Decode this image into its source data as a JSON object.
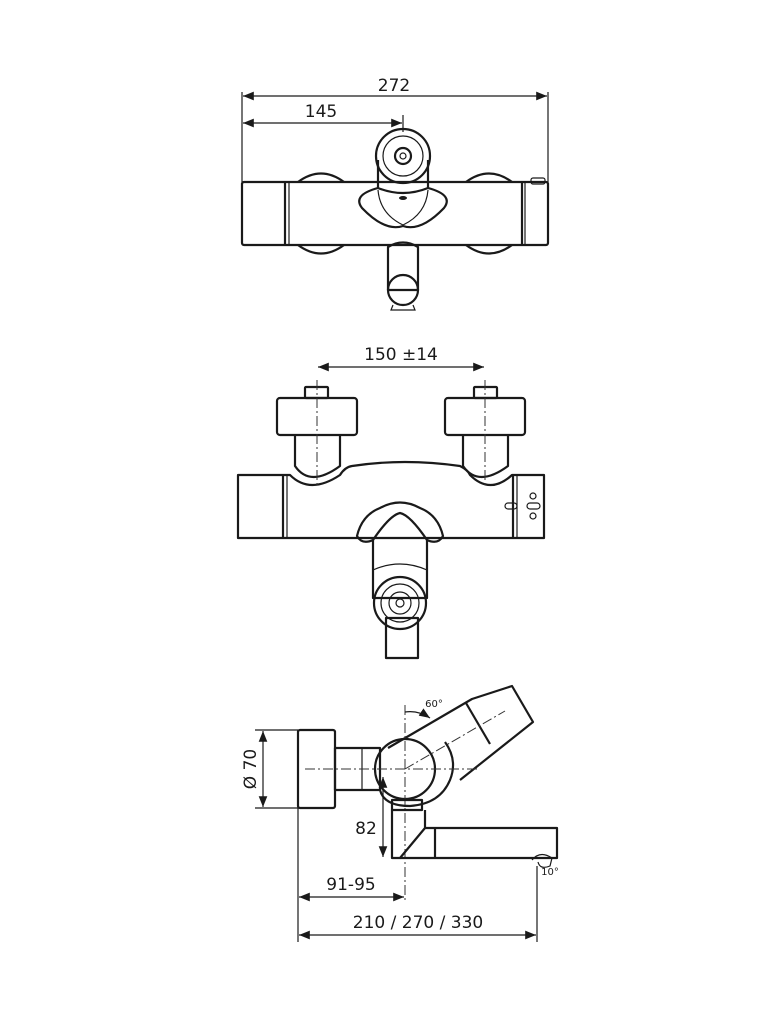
{
  "top_view": {
    "overall_width": "272",
    "center_offset": "145"
  },
  "front_view": {
    "inlet_spacing": "150 ±14"
  },
  "side_view": {
    "diameter": "Ø 70",
    "handle_angle": "60°",
    "spout_drop": "82",
    "wall_to_center": "91-95",
    "spout_lengths": "210 / 270 / 330",
    "spout_angle": "10°"
  },
  "colors": {
    "line": "#1a1a1a",
    "background": "#ffffff"
  }
}
